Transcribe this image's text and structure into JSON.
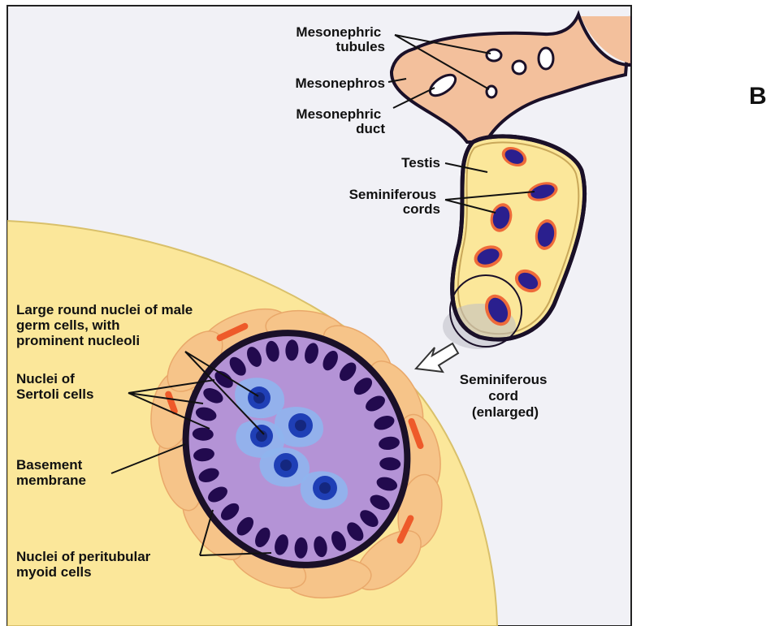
{
  "panel_letter": "B",
  "colors": {
    "panel_bg": "#f1f1f6",
    "testis_fill": "#fbe79a",
    "mesonephros_fill": "#f3c09c",
    "cord_fill": "#b493d6",
    "myoid_fill": "#f6c489",
    "myoid_nucleus": "#ee5a2a",
    "sertoli_nucleus": "#220a4e",
    "germ_halo": "#8fb5ee",
    "germ_nucleus": "#1f3fb6",
    "outline": "#1a1028"
  },
  "labels": {
    "mesonephric_tubules": [
      "Mesonephric",
      "tubules"
    ],
    "mesonephros": [
      "Mesonephros"
    ],
    "mesonephric_duct": [
      "Mesonephric",
      "duct"
    ],
    "testis": [
      "Testis"
    ],
    "seminiferous_cords": [
      "Seminiferous",
      "cords"
    ],
    "cord_enlarged": [
      "Seminiferous",
      "cord",
      "(enlarged)"
    ],
    "germ_cells": [
      "Large round nuclei of male",
      "germ cells, with",
      "prominent nucleoli"
    ],
    "sertoli": [
      "Nuclei of",
      "Sertoli cells"
    ],
    "basement": [
      "Basement",
      "membrane"
    ],
    "myoid": [
      "Nuclei of peritubular",
      "myoid cells"
    ]
  }
}
